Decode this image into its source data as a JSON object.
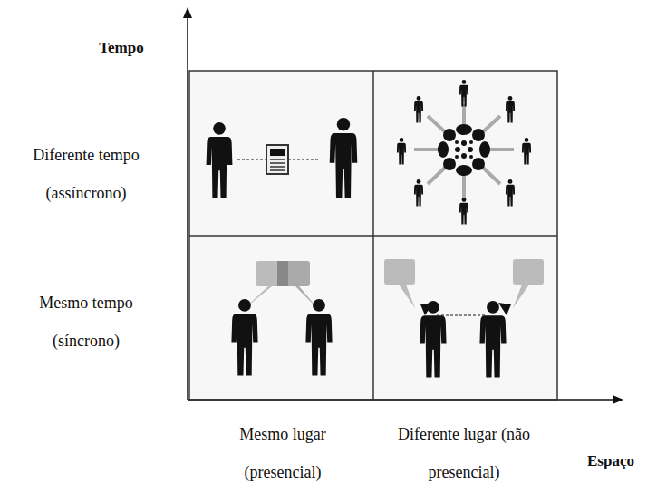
{
  "diagram": {
    "labels": [
      "Tempo",
      "Diferente tempo (assíncrono)",
      "Mesmo tempo (síncrono)",
      "Mesmo lugar (presencial)",
      "Diferente lugar (não presencial)",
      "Espaço"
    ]
  }
}
